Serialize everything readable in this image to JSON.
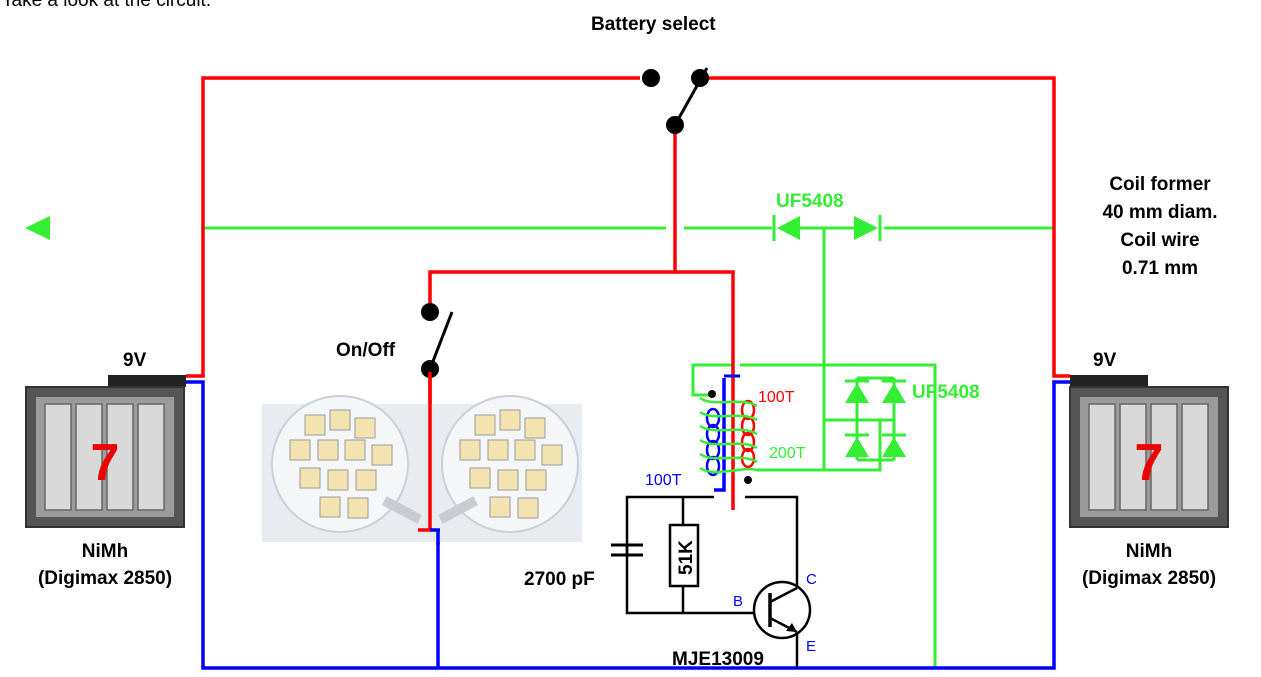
{
  "intro_text": "Take a look at the circuit.",
  "labels": {
    "battery_select": "Battery select",
    "coil_former_1": "Coil former",
    "coil_former_2": "40 mm diam.",
    "coil_wire_1": "Coil wire",
    "coil_wire_2": "0.71 mm",
    "diode_top": "UF5408",
    "diode_bridge": "UF5408",
    "on_off": "On/Off",
    "voltage_left": "9V",
    "voltage_right": "9V",
    "battery_number_left": "7",
    "battery_number_right": "7",
    "battery_type_left_1": "NiMh",
    "battery_type_left_2": "(Digimax 2850)",
    "battery_type_right_1": "NiMh",
    "battery_type_right_2": "(Digimax 2850)",
    "turns_red": "100T",
    "turns_green": "200T",
    "turns_blue": "100T",
    "capacitor": "2700 pF",
    "resistor": "51K",
    "transistor": "MJE13009",
    "pin_b": "B",
    "pin_c": "C",
    "pin_e": "E"
  },
  "colors": {
    "positive_wire": "#ff0000",
    "negative_wire": "#0000ff",
    "output_wire": "#33ee33",
    "ground_wire": "#000000"
  }
}
